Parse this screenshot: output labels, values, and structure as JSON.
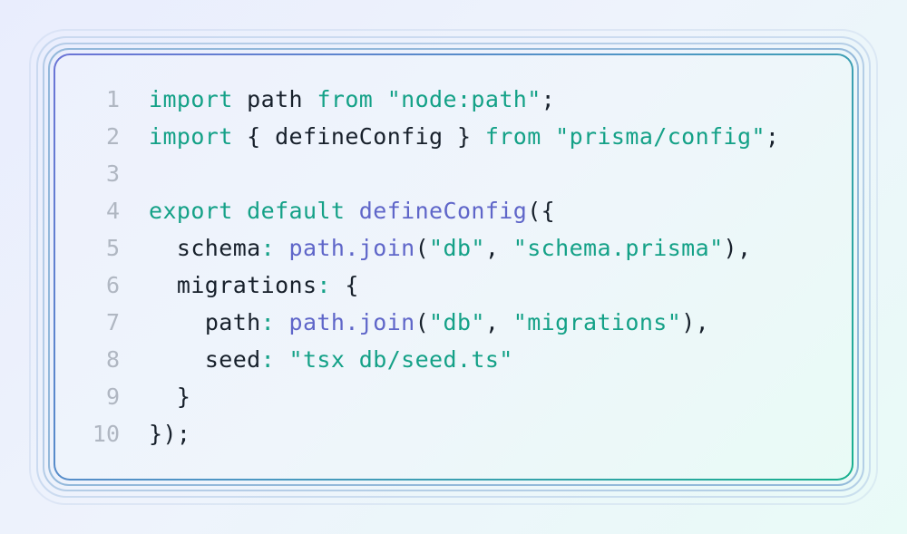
{
  "colors": {
    "keyword": "#14a187",
    "string": "#14a187",
    "function": "#5f66c9",
    "text": "#17202b",
    "line_number": "#b0b7c2",
    "border_start": "#6b74d6",
    "border_end": "#18b08e"
  },
  "code": {
    "lines": [
      {
        "number": "1",
        "tokens": [
          {
            "type": "kw",
            "text": "import"
          },
          {
            "type": "punc",
            "text": " "
          },
          {
            "type": "id",
            "text": "path"
          },
          {
            "type": "punc",
            "text": " "
          },
          {
            "type": "kw",
            "text": "from"
          },
          {
            "type": "punc",
            "text": " "
          },
          {
            "type": "str",
            "text": "\"node:path\""
          },
          {
            "type": "punc",
            "text": ";"
          }
        ]
      },
      {
        "number": "2",
        "tokens": [
          {
            "type": "kw",
            "text": "import"
          },
          {
            "type": "punc",
            "text": " { "
          },
          {
            "type": "id",
            "text": "defineConfig"
          },
          {
            "type": "punc",
            "text": " } "
          },
          {
            "type": "kw",
            "text": "from"
          },
          {
            "type": "punc",
            "text": " "
          },
          {
            "type": "str",
            "text": "\"prisma/config\""
          },
          {
            "type": "punc",
            "text": ";"
          }
        ]
      },
      {
        "number": "3",
        "tokens": []
      },
      {
        "number": "4",
        "tokens": [
          {
            "type": "kw",
            "text": "export"
          },
          {
            "type": "punc",
            "text": " "
          },
          {
            "type": "kw",
            "text": "default"
          },
          {
            "type": "punc",
            "text": " "
          },
          {
            "type": "fn",
            "text": "defineConfig"
          },
          {
            "type": "punc",
            "text": "({"
          }
        ]
      },
      {
        "number": "5",
        "tokens": [
          {
            "type": "punc",
            "text": "  "
          },
          {
            "type": "prop",
            "text": "schema"
          },
          {
            "type": "kw",
            "text": ":"
          },
          {
            "type": "punc",
            "text": " "
          },
          {
            "type": "fn",
            "text": "path.join"
          },
          {
            "type": "punc",
            "text": "("
          },
          {
            "type": "str",
            "text": "\"db\""
          },
          {
            "type": "punc",
            "text": ", "
          },
          {
            "type": "str",
            "text": "\"schema.prisma\""
          },
          {
            "type": "punc",
            "text": "),"
          }
        ]
      },
      {
        "number": "6",
        "tokens": [
          {
            "type": "punc",
            "text": "  "
          },
          {
            "type": "prop",
            "text": "migrations"
          },
          {
            "type": "kw",
            "text": ":"
          },
          {
            "type": "punc",
            "text": " {"
          }
        ]
      },
      {
        "number": "7",
        "tokens": [
          {
            "type": "punc",
            "text": "    "
          },
          {
            "type": "prop",
            "text": "path"
          },
          {
            "type": "kw",
            "text": ":"
          },
          {
            "type": "punc",
            "text": " "
          },
          {
            "type": "fn",
            "text": "path.join"
          },
          {
            "type": "punc",
            "text": "("
          },
          {
            "type": "str",
            "text": "\"db\""
          },
          {
            "type": "punc",
            "text": ", "
          },
          {
            "type": "str",
            "text": "\"migrations\""
          },
          {
            "type": "punc",
            "text": "),"
          }
        ]
      },
      {
        "number": "8",
        "tokens": [
          {
            "type": "punc",
            "text": "    "
          },
          {
            "type": "prop",
            "text": "seed"
          },
          {
            "type": "kw",
            "text": ":"
          },
          {
            "type": "punc",
            "text": " "
          },
          {
            "type": "str",
            "text": "\"tsx db/seed.ts\""
          }
        ]
      },
      {
        "number": "9",
        "tokens": [
          {
            "type": "punc",
            "text": "  }"
          }
        ]
      },
      {
        "number": "10",
        "tokens": [
          {
            "type": "punc",
            "text": "});"
          }
        ]
      }
    ]
  }
}
